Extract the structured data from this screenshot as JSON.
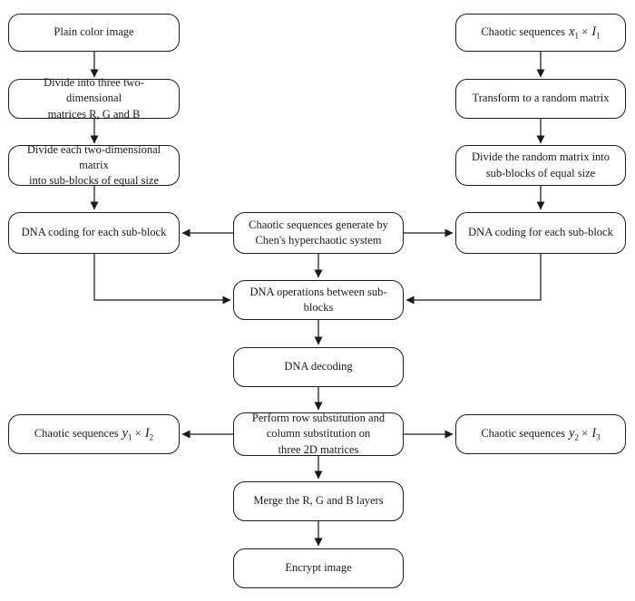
{
  "diagram": {
    "type": "flowchart",
    "colors": {
      "background": "#ffffff",
      "box_fill": "#ffffff",
      "box_border": "#1c1c1c",
      "line": "#1a1a1a",
      "text": "#1a1a1a"
    },
    "nodes": {
      "plain_color_image": [
        {
          "t": "Plain color image"
        }
      ],
      "chaotic_sequences_x1": [
        {
          "t": "Chaotic sequences "
        },
        {
          "v": "x"
        },
        {
          "s": "1"
        },
        {
          "t": " × "
        },
        {
          "v": "I"
        },
        {
          "s": "1"
        }
      ],
      "divide_three_matrices": [
        {
          "t": "Divide into three two-dimensional"
        },
        {
          "br": 1
        },
        {
          "t": "matrices R, G and B"
        }
      ],
      "transform_random": [
        {
          "t": "Transform to a random matrix"
        }
      ],
      "divide_each_matrix": [
        {
          "t": "Divide each two-dimensional matrix"
        },
        {
          "br": 1
        },
        {
          "t": "into sub-blocks of equal size"
        }
      ],
      "divide_random_matrix": [
        {
          "t": "Divide the random matrix into"
        },
        {
          "br": 1
        },
        {
          "t": "sub-blocks of equal size"
        }
      ],
      "dna_coding_left": [
        {
          "t": "DNA coding for each sub-block"
        }
      ],
      "chaotic_chen": [
        {
          "t": "Chaotic sequences generate by"
        },
        {
          "br": 1
        },
        {
          "t": "Chen's hyperchaotic system"
        }
      ],
      "dna_coding_right": [
        {
          "t": "DNA coding for each sub-block"
        }
      ],
      "dna_operations": [
        {
          "t": "DNA operations between sub-"
        },
        {
          "br": 1
        },
        {
          "t": "blocks"
        }
      ],
      "dna_decoding": [
        {
          "t": "DNA decoding"
        }
      ],
      "perform_substitution": [
        {
          "t": "Perform row substitution and"
        },
        {
          "br": 1
        },
        {
          "t": "column substitution on"
        },
        {
          "br": 1
        },
        {
          "t": "three 2D matrices"
        }
      ],
      "chaotic_sequences_y1": [
        {
          "t": "Chaotic sequences "
        },
        {
          "v": "y"
        },
        {
          "s": "1"
        },
        {
          "t": " × "
        },
        {
          "v": "I"
        },
        {
          "s": "2"
        }
      ],
      "chaotic_sequences_y2": [
        {
          "t": "Chaotic sequences "
        },
        {
          "v": "y"
        },
        {
          "s": "2"
        },
        {
          "t": " × "
        },
        {
          "v": "I"
        },
        {
          "s": "3"
        }
      ],
      "merge_layers": [
        {
          "t": "Merge the R, G and B layers"
        }
      ],
      "encrypt_image": [
        {
          "t": "Encrypt image"
        }
      ]
    },
    "edges": [
      {
        "from": "plain_color_image",
        "to": "divide_three_matrices"
      },
      {
        "from": "divide_three_matrices",
        "to": "divide_each_matrix"
      },
      {
        "from": "divide_each_matrix",
        "to": "dna_coding_left"
      },
      {
        "from": "chaotic_sequences_x1",
        "to": "transform_random"
      },
      {
        "from": "transform_random",
        "to": "divide_random_matrix"
      },
      {
        "from": "divide_random_matrix",
        "to": "dna_coding_right"
      },
      {
        "from": "chaotic_chen",
        "to": "dna_coding_left"
      },
      {
        "from": "chaotic_chen",
        "to": "dna_coding_right"
      },
      {
        "from": "chaotic_chen",
        "to": "dna_operations"
      },
      {
        "from": "dna_coding_left",
        "to": "dna_operations"
      },
      {
        "from": "dna_coding_right",
        "to": "dna_operations"
      },
      {
        "from": "dna_operations",
        "to": "dna_decoding"
      },
      {
        "from": "dna_decoding",
        "to": "perform_substitution"
      },
      {
        "from": "perform_substitution",
        "to": "chaotic_sequences_y1"
      },
      {
        "from": "perform_substitution",
        "to": "chaotic_sequences_y2"
      },
      {
        "from": "perform_substitution",
        "to": "merge_layers"
      },
      {
        "from": "merge_layers",
        "to": "encrypt_image"
      }
    ]
  }
}
